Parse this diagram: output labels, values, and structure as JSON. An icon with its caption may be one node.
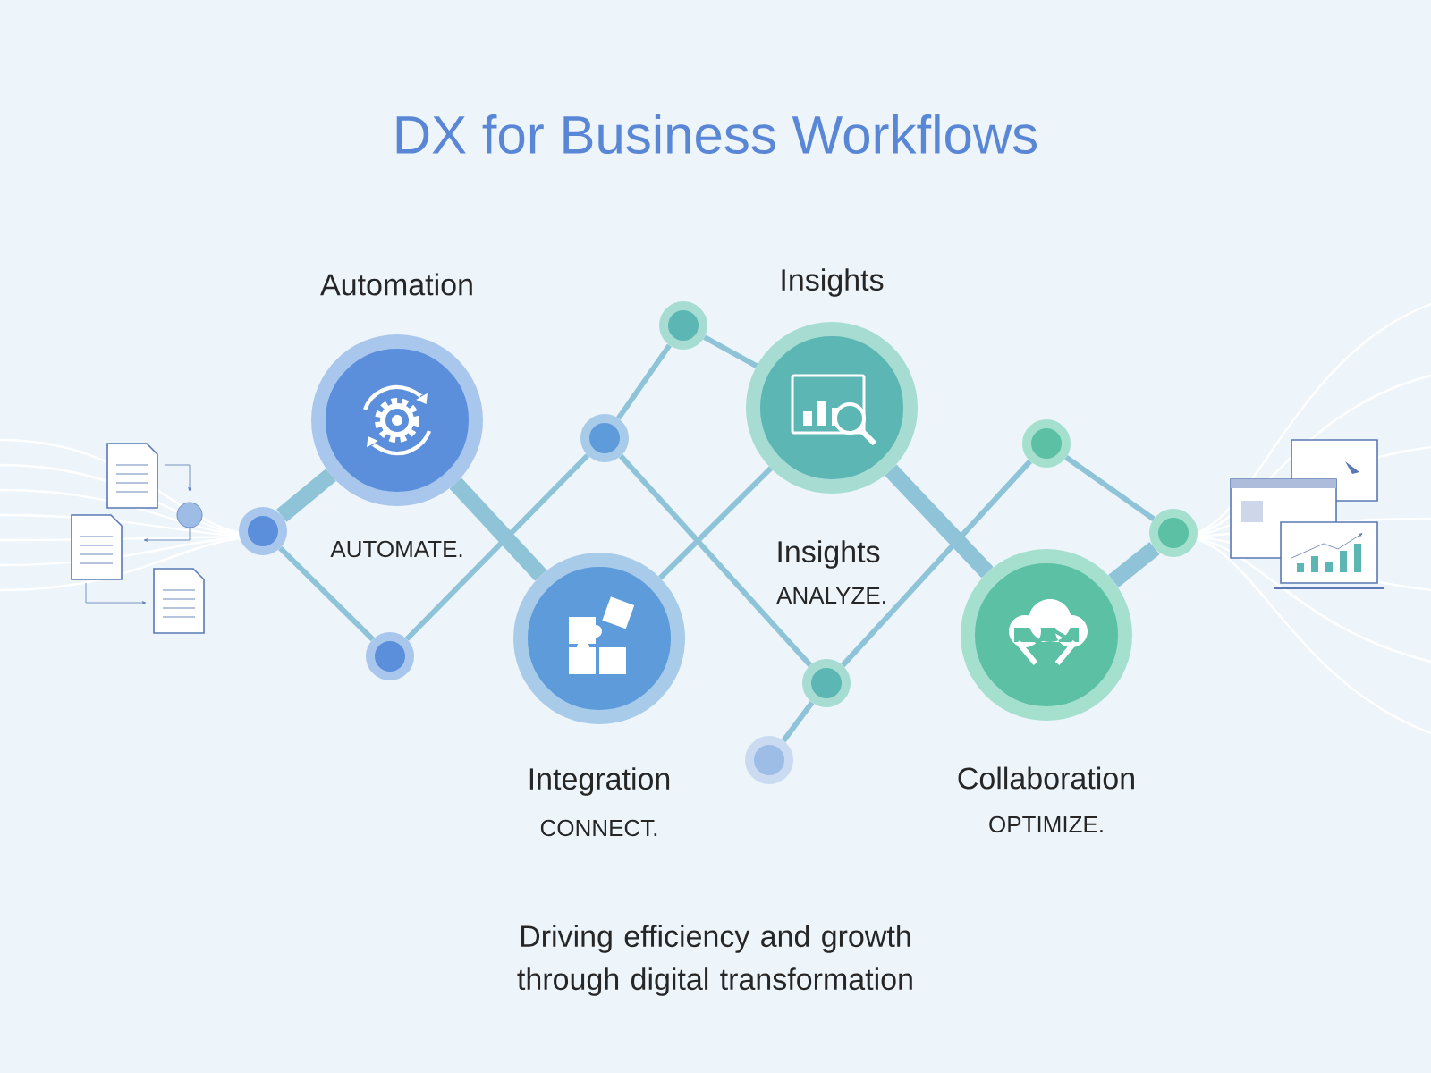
{
  "diagram": {
    "title": "DX for Business Workflows",
    "caption": "Driving efficiency and growth through digital transformation",
    "nodes": [
      {
        "text": [
          "Automation",
          "AUTOMATE."
        ]
      },
      {
        "text": [
          "Integration",
          "CONNECT."
        ]
      },
      {
        "text": [
          "Insights",
          "Insights",
          "ANALYZE."
        ]
      },
      {
        "text": [
          "Collaboration",
          "OPTIMIZE."
        ]
      },
      {
        "text": [],
        "shape": "circle"
      },
      {
        "text": [],
        "shape": "circle"
      },
      {
        "text": [],
        "shape": "circle"
      },
      {
        "text": [],
        "shape": "circle"
      },
      {
        "text": [],
        "shape": "circle"
      },
      {
        "text": [],
        "shape": "circle"
      },
      {
        "text": [],
        "shape": "circle"
      },
      {
        "text": [],
        "shape": "circle"
      }
    ],
    "edges": [
      {
        "from": 4,
        "to": 0,
        "arrow": "none",
        "style": "thick"
      },
      {
        "from": 4,
        "to": 5,
        "arrow": "none"
      },
      {
        "from": 5,
        "to": 6,
        "arrow": "none"
      },
      {
        "from": 6,
        "to": 7,
        "arrow": "none"
      },
      {
        "from": 7,
        "to": 2,
        "arrow": "none"
      },
      {
        "from": 0,
        "to": 1,
        "arrow": "none",
        "style": "thick"
      },
      {
        "from": 6,
        "to": 8,
        "arrow": "none"
      },
      {
        "from": 1,
        "to": 2,
        "arrow": "none"
      },
      {
        "from": 2,
        "to": 3,
        "arrow": "none",
        "style": "thick"
      },
      {
        "from": 8,
        "to": 9,
        "arrow": "none"
      },
      {
        "from": 8,
        "to": 10,
        "arrow": "none"
      },
      {
        "from": 10,
        "to": 11,
        "arrow": "none"
      },
      {
        "from": 11,
        "to": 3,
        "arrow": "none",
        "style": "thick"
      }
    ]
  }
}
